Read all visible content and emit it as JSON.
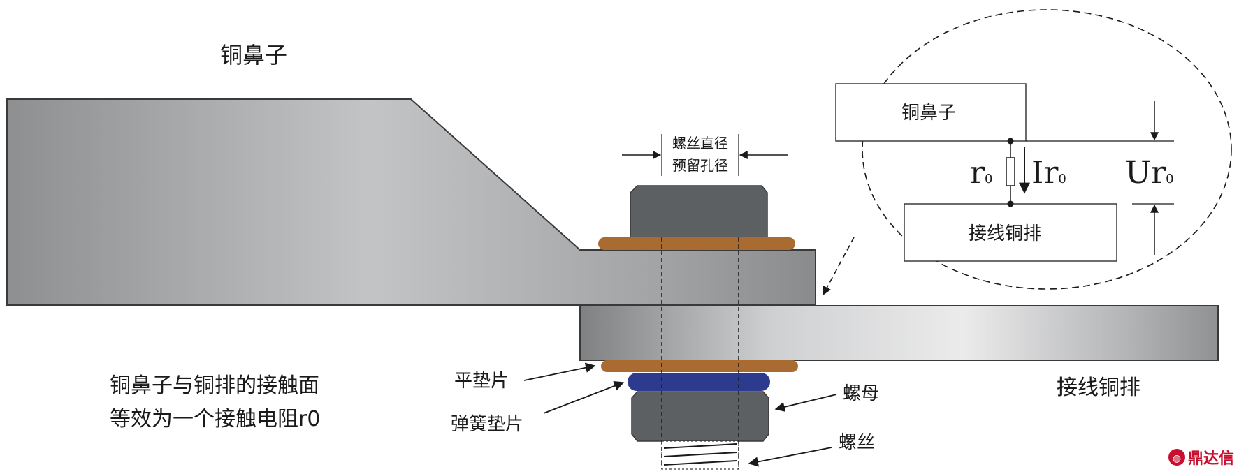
{
  "labels": {
    "lug_title": "铜鼻子",
    "contact_line1": "铜鼻子与铜排的接触面",
    "contact_line2": "等效为一个接触电阻r0",
    "busbar": "接线铜排",
    "flat_washer": "平垫片",
    "spring_washer": "弹簧垫片",
    "nut": "螺母",
    "bolt": "螺丝",
    "bolt_diameter": "螺丝直径",
    "hole_diameter": "预留孔径"
  },
  "inset": {
    "lug_box": "铜鼻子",
    "busbar_box": "接线铜排",
    "r_symbol": "r",
    "r_sub": "0",
    "current_symbol": "Ir",
    "current_sub": "0",
    "voltage_symbol": "Ur",
    "voltage_sub": "0"
  },
  "watermark": {
    "text": "鼎达信",
    "logo": "ddx-logo-icon"
  },
  "colors": {
    "copper": "#a96b32",
    "spring_washer": "#2d3b8f",
    "nut": "#5d6063",
    "metal_dark": "#8a8c8e",
    "metal_light": "#e4e5e6",
    "watermark": "#c8102e"
  }
}
